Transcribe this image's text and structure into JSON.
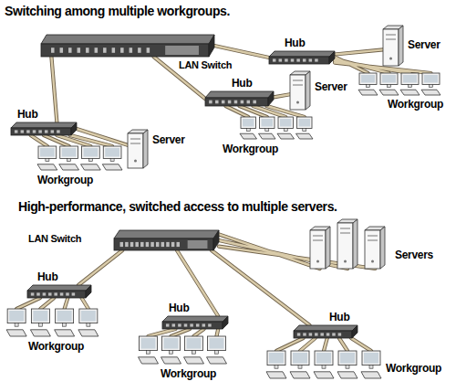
{
  "diagram": {
    "nodes": [
      {
        "text": [
          "LAN Switch"
        ]
      },
      {
        "text": [
          "Hub"
        ]
      },
      {
        "text": [
          "Server"
        ]
      },
      {
        "text": [
          "Workgroup"
        ]
      },
      {
        "text": [
          "Hub"
        ]
      },
      {
        "text": [
          "Server"
        ]
      },
      {
        "text": [
          "Workgroup"
        ]
      },
      {
        "text": [
          "Hub"
        ]
      },
      {
        "text": [
          "Server"
        ]
      },
      {
        "text": [
          "Workgroup"
        ]
      },
      {
        "text": [
          "LAN Switch"
        ]
      },
      {
        "text": [
          "Servers"
        ]
      },
      {
        "text": [
          "Hub"
        ]
      },
      {
        "text": [
          "Workgroup"
        ]
      },
      {
        "text": [
          "Hub"
        ]
      },
      {
        "text": [
          "Workgroup"
        ]
      },
      {
        "text": [
          "Hub"
        ]
      },
      {
        "text": [
          "Workgroup"
        ]
      }
    ],
    "edges": [
      {
        "from": 0,
        "to": 1,
        "arrow": "none"
      },
      {
        "from": 0,
        "to": 4,
        "arrow": "none"
      },
      {
        "from": 0,
        "to": 7,
        "arrow": "none"
      },
      {
        "from": 1,
        "to": 2,
        "arrow": "none"
      },
      {
        "from": 1,
        "to": 3,
        "arrow": "none"
      },
      {
        "from": 4,
        "to": 5,
        "arrow": "none"
      },
      {
        "from": 4,
        "to": 6,
        "arrow": "none"
      },
      {
        "from": 7,
        "to": 8,
        "arrow": "none"
      },
      {
        "from": 7,
        "to": 9,
        "arrow": "none"
      },
      {
        "from": 10,
        "to": 11,
        "arrow": "none"
      },
      {
        "from": 10,
        "to": 12,
        "arrow": "none"
      },
      {
        "from": 10,
        "to": 14,
        "arrow": "none"
      },
      {
        "from": 10,
        "to": 16,
        "arrow": "none"
      },
      {
        "from": 12,
        "to": 13,
        "arrow": "none"
      },
      {
        "from": 14,
        "to": 15,
        "arrow": "none"
      },
      {
        "from": 16,
        "to": 17,
        "arrow": "none"
      }
    ],
    "labels": [
      "Switching among multiple workgroups.",
      "High-performance, switched access to multiple servers."
    ]
  }
}
